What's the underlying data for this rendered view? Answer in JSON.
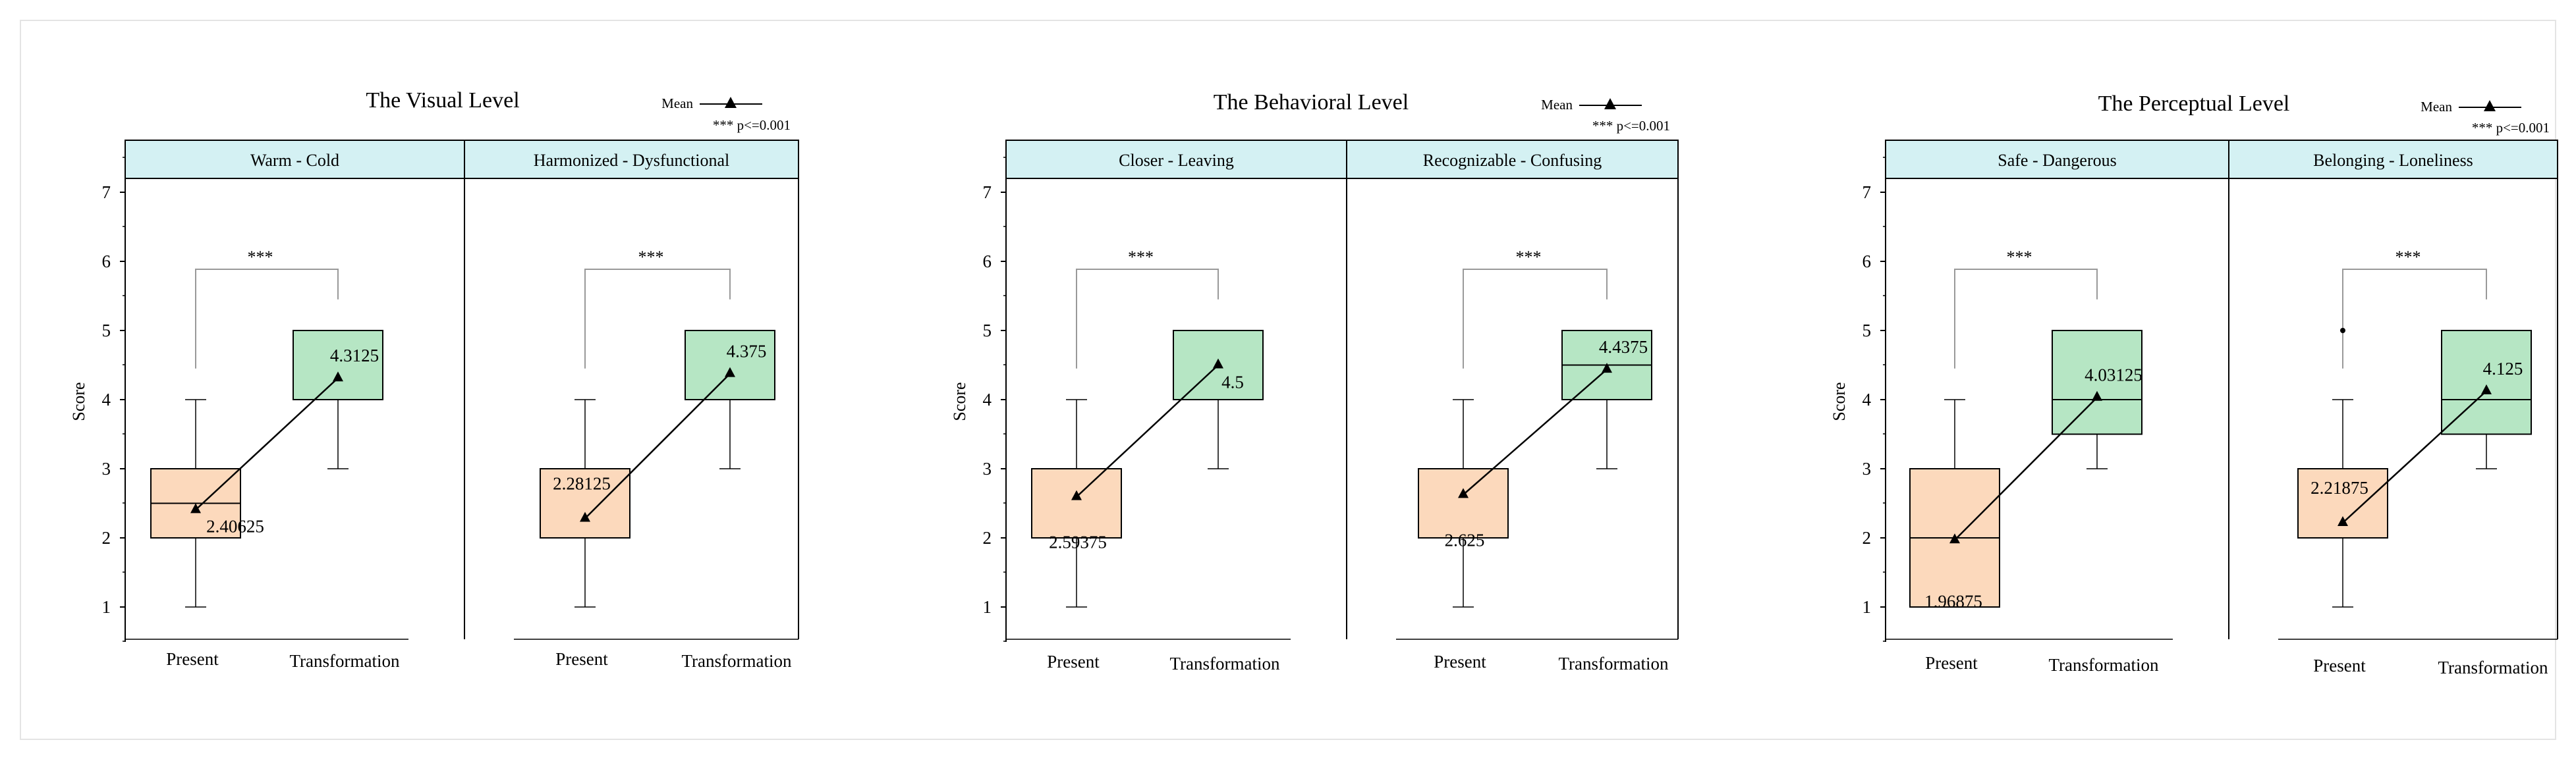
{
  "figure": {
    "mean_legend_label": "Mean",
    "significance_note": "*** p<=0.001",
    "significance_marker": "***",
    "y_axis_label": "Score",
    "y_ticks": [
      "1",
      "2",
      "3",
      "4",
      "5",
      "6",
      "7"
    ],
    "x_categories": [
      "Present",
      "Transformation"
    ],
    "colors": {
      "header_fill": "#d4f1f3",
      "present_fill": "#fcd9bc",
      "transformation_fill": "#b6e6c4",
      "axis": "#000000",
      "bracket": "#999999"
    },
    "mean_marker_icon": "triangle-up"
  },
  "chart_data": [
    {
      "type": "box",
      "title": "The Visual Level",
      "ylabel": "Score",
      "ylim": [
        0.5,
        7.5
      ],
      "categories": [
        "Present",
        "Transformation"
      ],
      "panels": [
        {
          "name": "Warm - Cold",
          "significance": "***",
          "boxes": [
            {
              "category": "Present",
              "whisker_low": 1,
              "q1": 2,
              "median": 2.5,
              "q3": 3,
              "whisker_high": 4,
              "mean": 2.40625,
              "mean_label": "2.40625",
              "outliers": []
            },
            {
              "category": "Transformation",
              "whisker_low": 3,
              "q1": 4,
              "median": 4,
              "q3": 5,
              "whisker_high": 5,
              "mean": 4.3125,
              "mean_label": "4.3125",
              "outliers": []
            }
          ]
        },
        {
          "name": "Harmonized - Dysfunctional",
          "significance": "***",
          "boxes": [
            {
              "category": "Present",
              "whisker_low": 1,
              "q1": 2,
              "median": 3,
              "q3": 3,
              "whisker_high": 4,
              "mean": 2.28125,
              "mean_label": "2.28125",
              "outliers": []
            },
            {
              "category": "Transformation",
              "whisker_low": 3,
              "q1": 4,
              "median": 4,
              "q3": 5,
              "whisker_high": 5,
              "mean": 4.375,
              "mean_label": "4.375",
              "outliers": []
            }
          ]
        }
      ]
    },
    {
      "type": "box",
      "title": "The Behavioral Level",
      "ylabel": "Score",
      "ylim": [
        0.5,
        7.5
      ],
      "categories": [
        "Present",
        "Transformation"
      ],
      "panels": [
        {
          "name": "Closer - Leaving",
          "significance": "***",
          "boxes": [
            {
              "category": "Present",
              "whisker_low": 1,
              "q1": 2,
              "median": 3,
              "q3": 3,
              "whisker_high": 4,
              "mean": 2.59375,
              "mean_label": "2.59375",
              "outliers": []
            },
            {
              "category": "Transformation",
              "whisker_low": 3,
              "q1": 4,
              "median": 5,
              "q3": 5,
              "whisker_high": 5,
              "mean": 4.5,
              "mean_label": "4.5",
              "outliers": []
            }
          ]
        },
        {
          "name": "Recognizable - Confusing",
          "significance": "***",
          "boxes": [
            {
              "category": "Present",
              "whisker_low": 1,
              "q1": 2,
              "median": 3,
              "q3": 3,
              "whisker_high": 4,
              "mean": 2.625,
              "mean_label": "2.625",
              "outliers": []
            },
            {
              "category": "Transformation",
              "whisker_low": 3,
              "q1": 4,
              "median": 4.5,
              "q3": 5,
              "whisker_high": 5,
              "mean": 4.4375,
              "mean_label": "4.4375",
              "outliers": []
            }
          ]
        }
      ]
    },
    {
      "type": "box",
      "title": "The Perceptual Level",
      "ylabel": "Score",
      "ylim": [
        0.5,
        7.5
      ],
      "categories": [
        "Present",
        "Transformation"
      ],
      "panels": [
        {
          "name": "Safe - Dangerous",
          "significance": "***",
          "boxes": [
            {
              "category": "Present",
              "whisker_low": 1,
              "q1": 1,
              "median": 2,
              "q3": 3,
              "whisker_high": 4,
              "mean": 1.96875,
              "mean_label": "1.96875",
              "outliers": []
            },
            {
              "category": "Transformation",
              "whisker_low": 3,
              "q1": 3.5,
              "median": 4,
              "q3": 5,
              "whisker_high": 5,
              "mean": 4.03125,
              "mean_label": "4.03125",
              "outliers": []
            }
          ]
        },
        {
          "name": "Belonging - Loneliness",
          "significance": "***",
          "boxes": [
            {
              "category": "Present",
              "whisker_low": 1,
              "q1": 2,
              "median": 3,
              "q3": 3,
              "whisker_high": 4,
              "mean": 2.21875,
              "mean_label": "2.21875",
              "outliers": [
                5
              ]
            },
            {
              "category": "Transformation",
              "whisker_low": 3,
              "q1": 3.5,
              "median": 4,
              "q3": 5,
              "whisker_high": 5,
              "mean": 4.125,
              "mean_label": "4.125",
              "outliers": []
            }
          ]
        }
      ]
    }
  ]
}
